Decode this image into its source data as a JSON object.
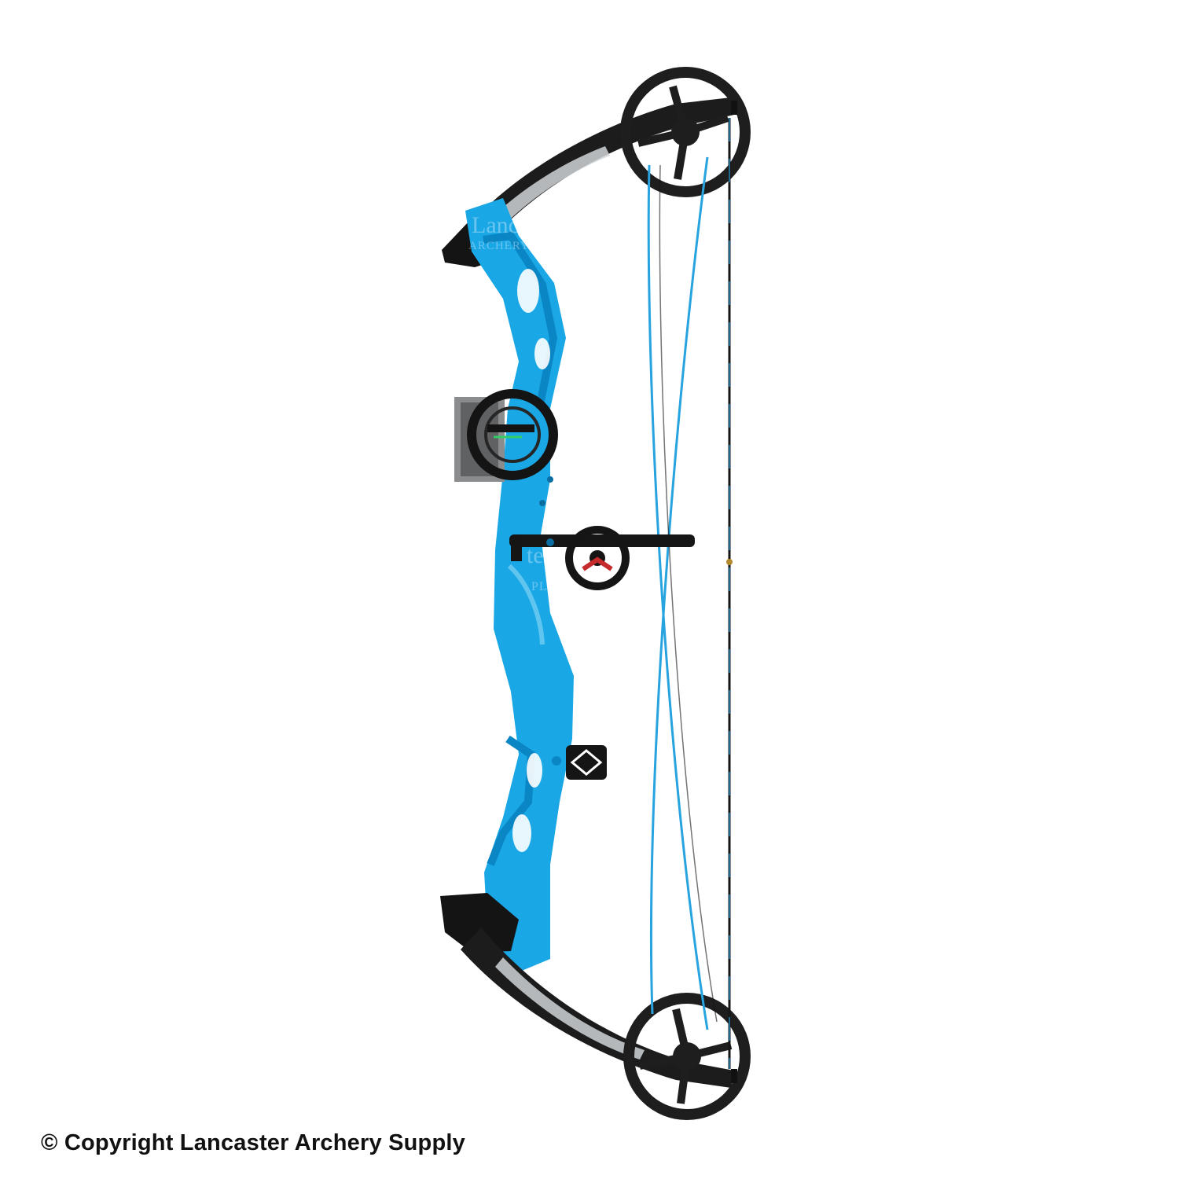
{
  "photo": {
    "subject": "compound-bow",
    "colors": {
      "riser": "#1aa7e6",
      "riser_shade": "#0b86c4",
      "limb": "#1c1c1c",
      "limb_graphic": "#cfd3d6",
      "string_blue": "#27a3df",
      "string_black": "#161616",
      "accessory": "#151515",
      "background": "#ffffff"
    }
  },
  "watermark": {
    "upper_line1": "Lanc",
    "upper_line2": "ARCHERY",
    "middle_line1": "ter",
    "middle_line2": "PLY."
  },
  "copyright": {
    "text": "© Copyright Lancaster Archery Supply",
    "color": "#111111"
  }
}
